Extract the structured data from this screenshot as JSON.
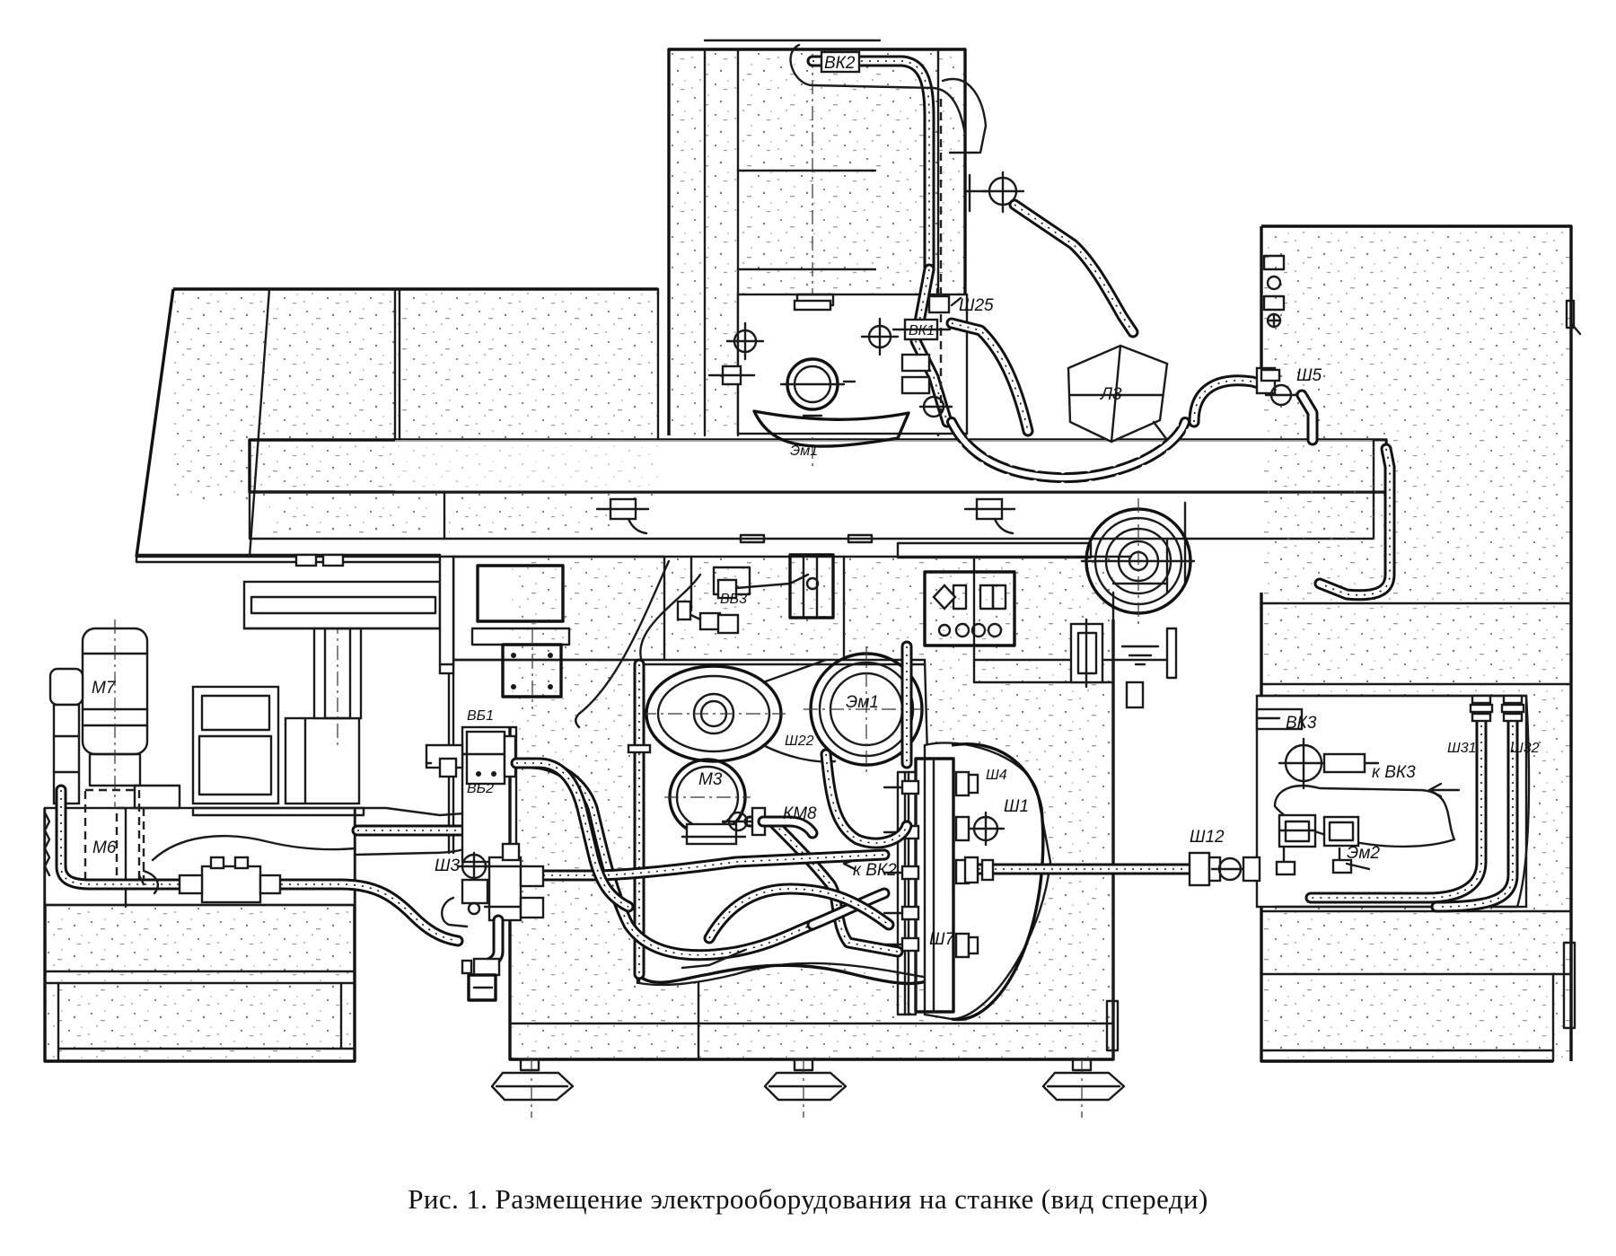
{
  "caption": "Рис. 1. Размещение электрооборудования на станке (вид спереди)",
  "labels": {
    "vk2": "ВК2",
    "sh25": "Ш25",
    "vk1": "ВК1",
    "l3": "Л3",
    "sh5": "Ш5",
    "em1_top": "Эм1",
    "vb3": "ВБ3",
    "m7": "М7",
    "m6": "М6",
    "vb1": "ВБ1",
    "vb2": "ВБ2",
    "sh3": "Ш3",
    "em1": "Эм1",
    "sh22": "Ш22",
    "m3": "М3",
    "km8": "КМ8",
    "to_vk2": "к ВК2",
    "sh4": "Ш4",
    "sh1": "Ш1",
    "sh7": "Ш7",
    "sh12": "Ш12",
    "vk3": "ВК3",
    "to_vk3": "к ВК3",
    "sh31": "Ш31",
    "sh32": "Ш32",
    "em2": "Эм2"
  }
}
